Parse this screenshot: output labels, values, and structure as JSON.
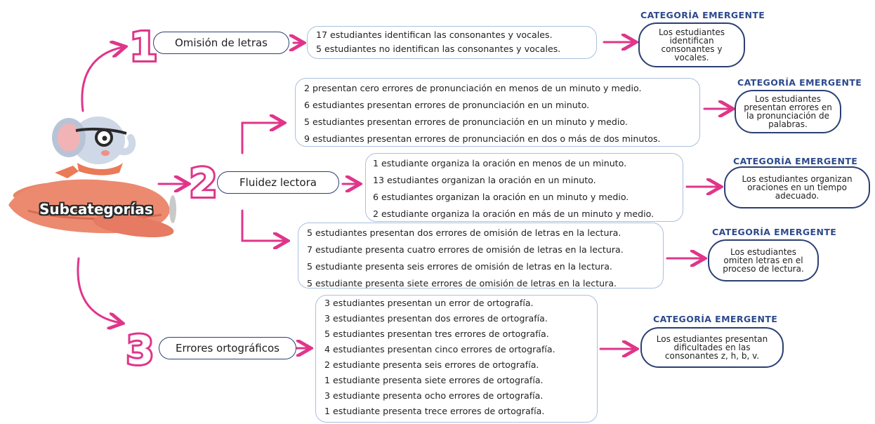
{
  "center": {
    "label": "Subcategorías"
  },
  "numbers": {
    "n1": "1",
    "n2": "2",
    "n3": "3"
  },
  "branches": {
    "b1": {
      "label": "Omisión de letras"
    },
    "b2": {
      "label": "Fluidez lectora"
    },
    "b3": {
      "label": "Errores ortográficos"
    }
  },
  "lists": {
    "l1": [
      "17 estudiantes identifican las consonantes y vocales.",
      "5 estudiantes no identifican las consonantes y vocales."
    ],
    "l2": [
      "2 presentan cero errores de pronunciación en menos de un minuto y medio.",
      "6 estudiantes presentan errores de pronunciación en un minuto.",
      "5 estudiantes presentan errores de pronunciación en un minuto y medio.",
      "9 estudiantes presentan errores de pronunciación en dos o más de dos minutos."
    ],
    "l3": [
      "1 estudiante organiza la oración en menos de un minuto.",
      "13 estudiantes organizan la oración en un minuto.",
      "6 estudiantes organizan la oración en un minuto y medio.",
      "2 estudiante organiza la oración en más de un minuto y medio."
    ],
    "l4": [
      "5 estudiantes presentan dos errores de omisión de letras en la lectura.",
      "7 estudiante presenta cuatro errores de omisión de letras en la lectura.",
      "5 estudiante presenta seis errores de omisión de letras en la lectura.",
      "5 estudiante presenta siete errores de omisión de letras en la lectura."
    ],
    "l5": [
      "3 estudiantes presentan un error de ortografía.",
      "3 estudiantes presentan dos errores de ortografía.",
      "5 estudiantes presentan tres errores de ortografía.",
      "4 estudiantes presentan cinco errores de ortografía.",
      "2 estudiante presenta seis errores de ortografía.",
      "1 estudiante presenta siete errores de ortografía.",
      "3 estudiante presenta ocho errores de ortografía.",
      "1 estudiante presenta trece errores de ortografía."
    ]
  },
  "emergent": {
    "title": "CATEGORÍA EMERGENTE",
    "e1": "Los estudiantes identifican consonantes y vocales.",
    "e2": "Los estudiantes presentan errores en la pronunciación de palabras.",
    "e3": "Los estudiantes organizan oraciones en un tiempo adecuado.",
    "e4": "Los estudiantes omiten letras en el proceso de lectura.",
    "e5": "Los estudiantes presentan dificultades en las consonantes z, h, b, v."
  },
  "colors": {
    "arrow": "#e0358a",
    "border": "#2b3f73",
    "title": "#2d4a8c",
    "list_border": "#aac0de"
  },
  "icons": {
    "mascot": "elephant-on-airplane-illustration"
  }
}
